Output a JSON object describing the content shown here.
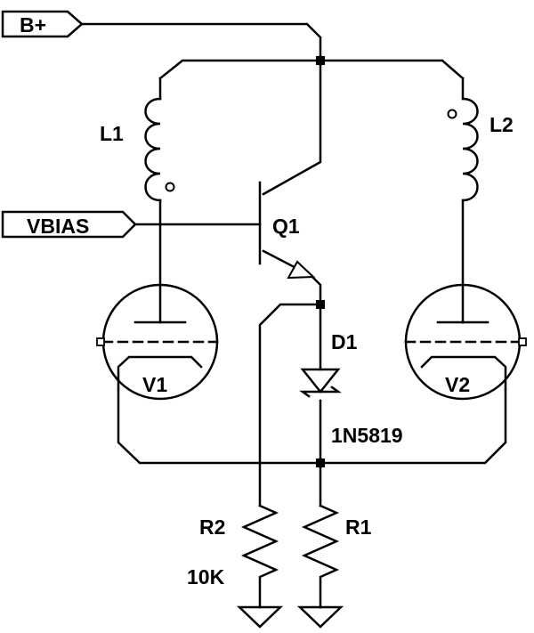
{
  "ports": {
    "supply": "B+",
    "bias": "VBIAS"
  },
  "components": {
    "inductor_left": "L1",
    "inductor_right": "L2",
    "transistor": "Q1",
    "diode": "D1",
    "diode_part": "1N5819",
    "tube_left": "V1",
    "tube_right": "V2",
    "resistor_right": "R1",
    "resistor_left": "R2",
    "resistor_left_value": "10K"
  },
  "colors": {
    "ink": "#000000",
    "background": "#ffffff"
  }
}
